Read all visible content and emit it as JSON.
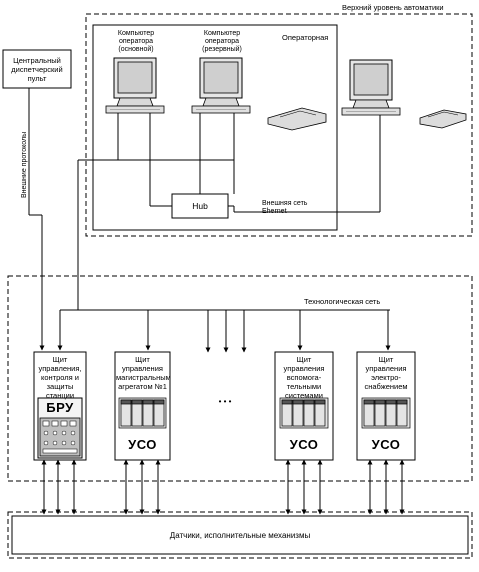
{
  "upper_level": {
    "title": "Верхний уровень автоматики",
    "operator_room": "Операторная"
  },
  "computers": [
    {
      "label_line1": "Компьютер",
      "label_line2": "оператора",
      "label_line3": "(основной)"
    },
    {
      "label_line1": "Компьютер",
      "label_line2": "оператора",
      "label_line3": "(резервный)"
    }
  ],
  "hub": {
    "label": "Hub"
  },
  "external_network": {
    "line1": "Внешняя сеть",
    "line2": "Ehernet"
  },
  "central_console": {
    "line1": "Центральный",
    "line2": "диспетчерский",
    "line3": "пульт"
  },
  "external_protocols": "Внешние протоколы",
  "tech_network": "Технологическая сеть",
  "panels": [
    {
      "title": "Щит управления, контроля и защиты станции",
      "unit": "БРУ"
    },
    {
      "title": "Щит управления магистральным агрегатом №1",
      "unit": "УСО"
    },
    {
      "title": "Щит управления вспомога-тельными системами",
      "unit": "УСО"
    },
    {
      "title": "Щит управления электро-снабжением",
      "unit": "УСО"
    }
  ],
  "ellipsis": "• • •",
  "sensors": "Датчики, исполнительные механизмы"
}
